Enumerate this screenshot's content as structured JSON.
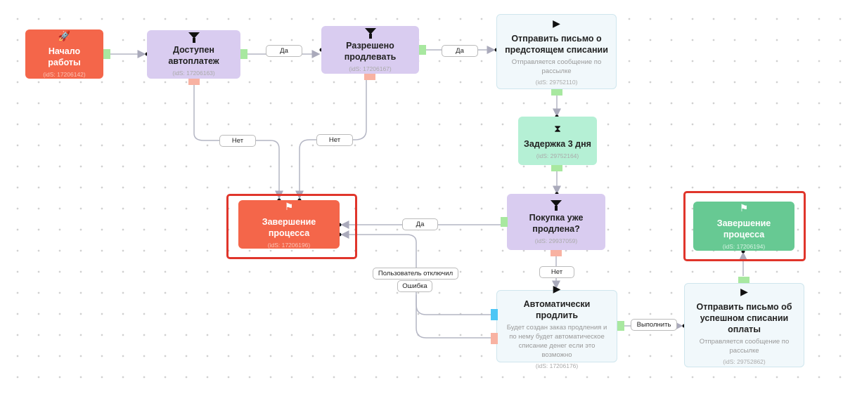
{
  "nodes": {
    "start": {
      "title": "Начало работы",
      "id": "(idS: 17206142)",
      "icon": "rocket-icon"
    },
    "autopay": {
      "title": "Доступен автоплатеж",
      "id": "(idS: 17206163)",
      "icon": "filter-icon"
    },
    "allowed": {
      "title": "Разрешено продлевать",
      "id": "(idS: 17206167)",
      "icon": "filter-icon"
    },
    "email1": {
      "title": "Отправить письмо о предстоящем списании",
      "desc": "Отправляется сообщение по рассылке",
      "id": "(idS: 29752110)",
      "icon": "play-icon"
    },
    "delay": {
      "title": "Задержка 3 дня",
      "id": "(idS: 29752164)",
      "icon": "hourglass-icon"
    },
    "renewed": {
      "title": "Покупка уже продлена?",
      "id": "(idS: 29937059)",
      "icon": "filter-icon"
    },
    "end1": {
      "title": "Завершение процесса",
      "id": "(idS: 17206196)",
      "icon": "flag-icon"
    },
    "end2": {
      "title": "Завершение процесса",
      "id": "(idS: 17206194)",
      "icon": "flag-icon"
    },
    "auto": {
      "title": "Автоматически продлить",
      "desc": "Будет создан заказ продления и по нему будет автоматическое списание денег если это возможно",
      "id": "(idS: 17206176)",
      "icon": "play-icon"
    },
    "email2": {
      "title": "Отправить письмо об успешном списании оплаты",
      "desc": "Отправляется сообщение по рассылке",
      "id": "(idS: 29752862)",
      "icon": "play-icon"
    }
  },
  "labels": {
    "yes1": "Да",
    "yes2": "Да",
    "no1": "Нет",
    "no2": "Нет",
    "yes3": "Да",
    "no3": "Нет",
    "disabled": "Пользователь отключил",
    "error": "Ошибка",
    "execute": "Выполнить"
  },
  "colors": {
    "start": "#F4664A",
    "filter": "#D9CCF0",
    "action": "#F1F8FB",
    "delay": "#B5F0D5",
    "finish_ok": "#67C993",
    "highlight": "#E0352B"
  }
}
